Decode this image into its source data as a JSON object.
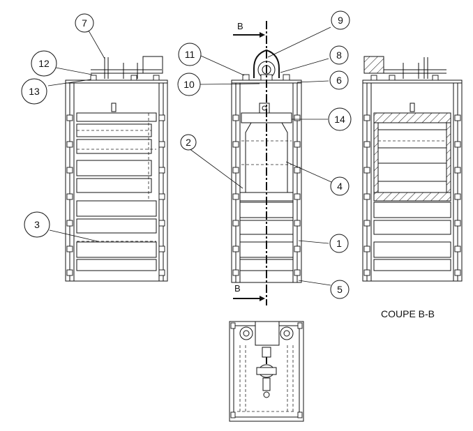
{
  "balloons": [
    {
      "id": "b7",
      "label": "7"
    },
    {
      "id": "b12",
      "label": "12"
    },
    {
      "id": "b13",
      "label": "13"
    },
    {
      "id": "b3",
      "label": "3"
    },
    {
      "id": "b11",
      "label": "11"
    },
    {
      "id": "b10",
      "label": "10"
    },
    {
      "id": "b2",
      "label": "2"
    },
    {
      "id": "b9",
      "label": "9"
    },
    {
      "id": "b8",
      "label": "8"
    },
    {
      "id": "b6",
      "label": "6"
    },
    {
      "id": "b14",
      "label": "14"
    },
    {
      "id": "b4",
      "label": "4"
    },
    {
      "id": "b1",
      "label": "1"
    },
    {
      "id": "b5",
      "label": "5"
    }
  ],
  "section_letter_top": "B",
  "section_letter_bottom": "B",
  "section_title": "COUPE B-B"
}
